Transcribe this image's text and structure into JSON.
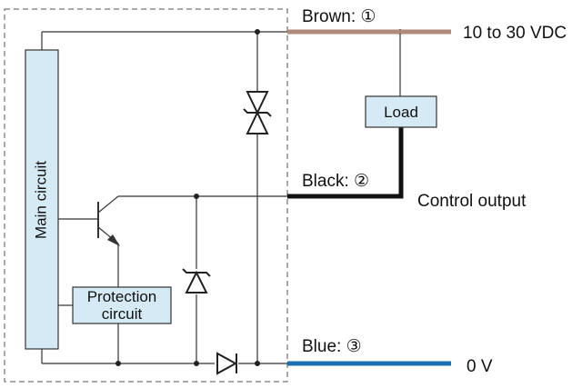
{
  "labels": {
    "brown": "Brown: ①",
    "black": "Black: ②",
    "blue": "Blue: ③",
    "supply": "10 to 30 VDC",
    "control_output": "Control output",
    "zero_v": "0 V"
  },
  "blocks": {
    "main_circuit": "Main circuit",
    "protection_line1": "Protection",
    "protection_line2": "circuit",
    "load": "Load"
  },
  "colors": {
    "brown_wire": "#b08a78",
    "blue_wire": "#1f6fb5",
    "black_wire": "#111111",
    "block_fill": "#d6eaf6",
    "line": "#333333"
  }
}
